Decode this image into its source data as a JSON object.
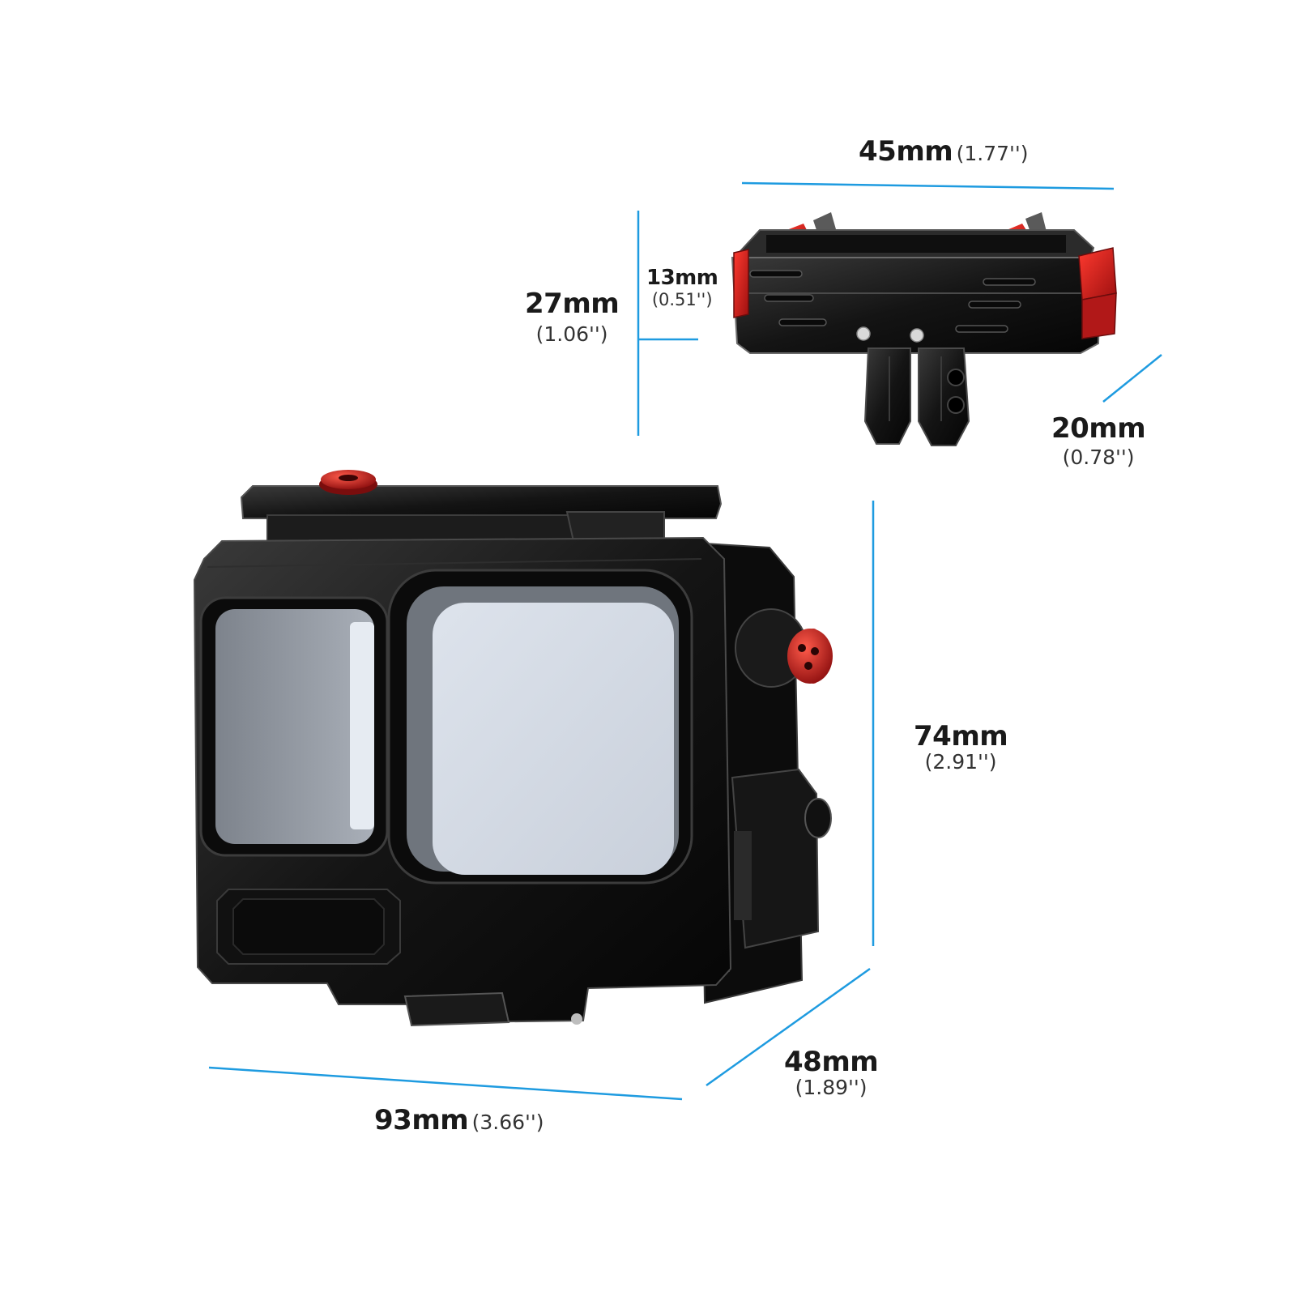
{
  "colors": {
    "dimension_line": "#1e9be0",
    "housing_black": "#141414",
    "accent_red": "#d81e1e",
    "lens_glass": "#d7dde6"
  },
  "dimensions": {
    "clip_width": {
      "mm": "45mm",
      "in": "(1.77'')"
    },
    "clip_height": {
      "mm": "27mm",
      "in": "(1.06'')"
    },
    "clip_inner": {
      "mm": "13mm",
      "in": "(0.51'')"
    },
    "clip_depth": {
      "mm": "20mm",
      "in": "(0.78'')"
    },
    "case_height": {
      "mm": "74mm",
      "in": "(2.91'')"
    },
    "case_depth": {
      "mm": "48mm",
      "in": "(1.89'')"
    },
    "case_width": {
      "mm": "93mm",
      "in": "(3.66'')"
    }
  }
}
